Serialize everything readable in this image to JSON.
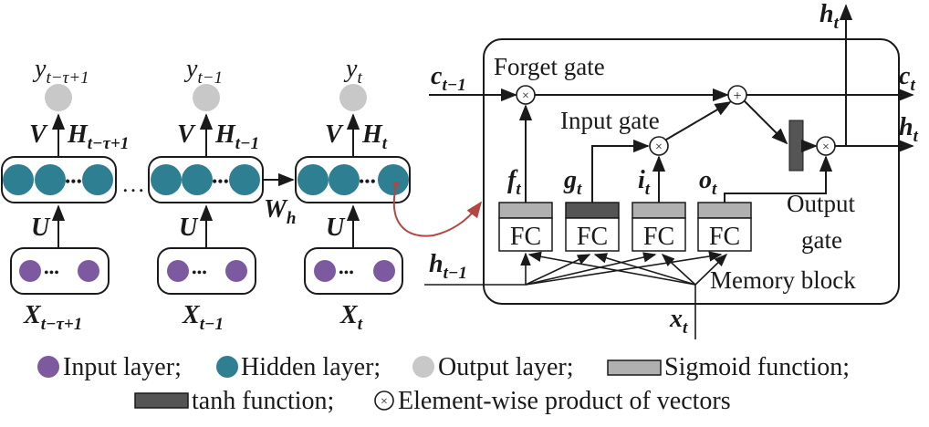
{
  "rnn": {
    "outputs": [
      {
        "base": "y",
        "sub": "t−τ+1"
      },
      {
        "base": "y",
        "sub": "t−1"
      },
      {
        "base": "y",
        "sub": "t"
      }
    ],
    "hidden_labels": [
      {
        "base": "H",
        "sub": "t−τ+1"
      },
      {
        "base": "H",
        "sub": "t−1"
      },
      {
        "base": "H",
        "sub": "t"
      }
    ],
    "inputs": [
      {
        "base": "X",
        "sub": "t−τ+1"
      },
      {
        "base": "X",
        "sub": "t−1"
      },
      {
        "base": "X",
        "sub": "t"
      }
    ],
    "weight_v": "V",
    "weight_u": "U",
    "weight_w": {
      "base": "W",
      "sub": "h"
    },
    "ellipsis": "…",
    "inner_dots": "•••"
  },
  "lstm": {
    "forget_gate": "Forget gate",
    "input_gate": "Input gate",
    "output_gate_line1": "Output",
    "output_gate_line2": "gate",
    "memory_block": "Memory block",
    "c_prev": {
      "base": "c",
      "sub": "t−1"
    },
    "c_out": {
      "base": "c",
      "sub": "t"
    },
    "h_out_top": {
      "base": "h",
      "sub": "t"
    },
    "h_out_right": {
      "base": "h",
      "sub": "t"
    },
    "h_prev": {
      "base": "h",
      "sub": "t−1"
    },
    "x_in": {
      "base": "x",
      "sub": "t"
    },
    "gates": [
      {
        "base": "f",
        "sub": "t",
        "fc": "FC",
        "activation": "sigmoid"
      },
      {
        "base": "g",
        "sub": "t",
        "fc": "FC",
        "activation": "tanh"
      },
      {
        "base": "i",
        "sub": "t",
        "fc": "FC",
        "activation": "sigmoid"
      },
      {
        "base": "o",
        "sub": "t",
        "fc": "FC",
        "activation": "sigmoid"
      }
    ],
    "times_symbol": "×",
    "plus_symbol": "+"
  },
  "legend": {
    "input_layer": "Input layer;",
    "hidden_layer": "Hidden layer;",
    "output_layer": "Output layer;",
    "sigmoid": "Sigmoid function;",
    "tanh": "tanh function;",
    "product": "Element-wise product of vectors"
  },
  "colors": {
    "input_node": "#7d5aa0",
    "hidden_node": "#2e7f91",
    "output_node": "#c8c8c8",
    "sigmoid": "#b0b0b0",
    "tanh": "#555555",
    "connector": "#b5453f",
    "line": "#1a1a1a"
  }
}
